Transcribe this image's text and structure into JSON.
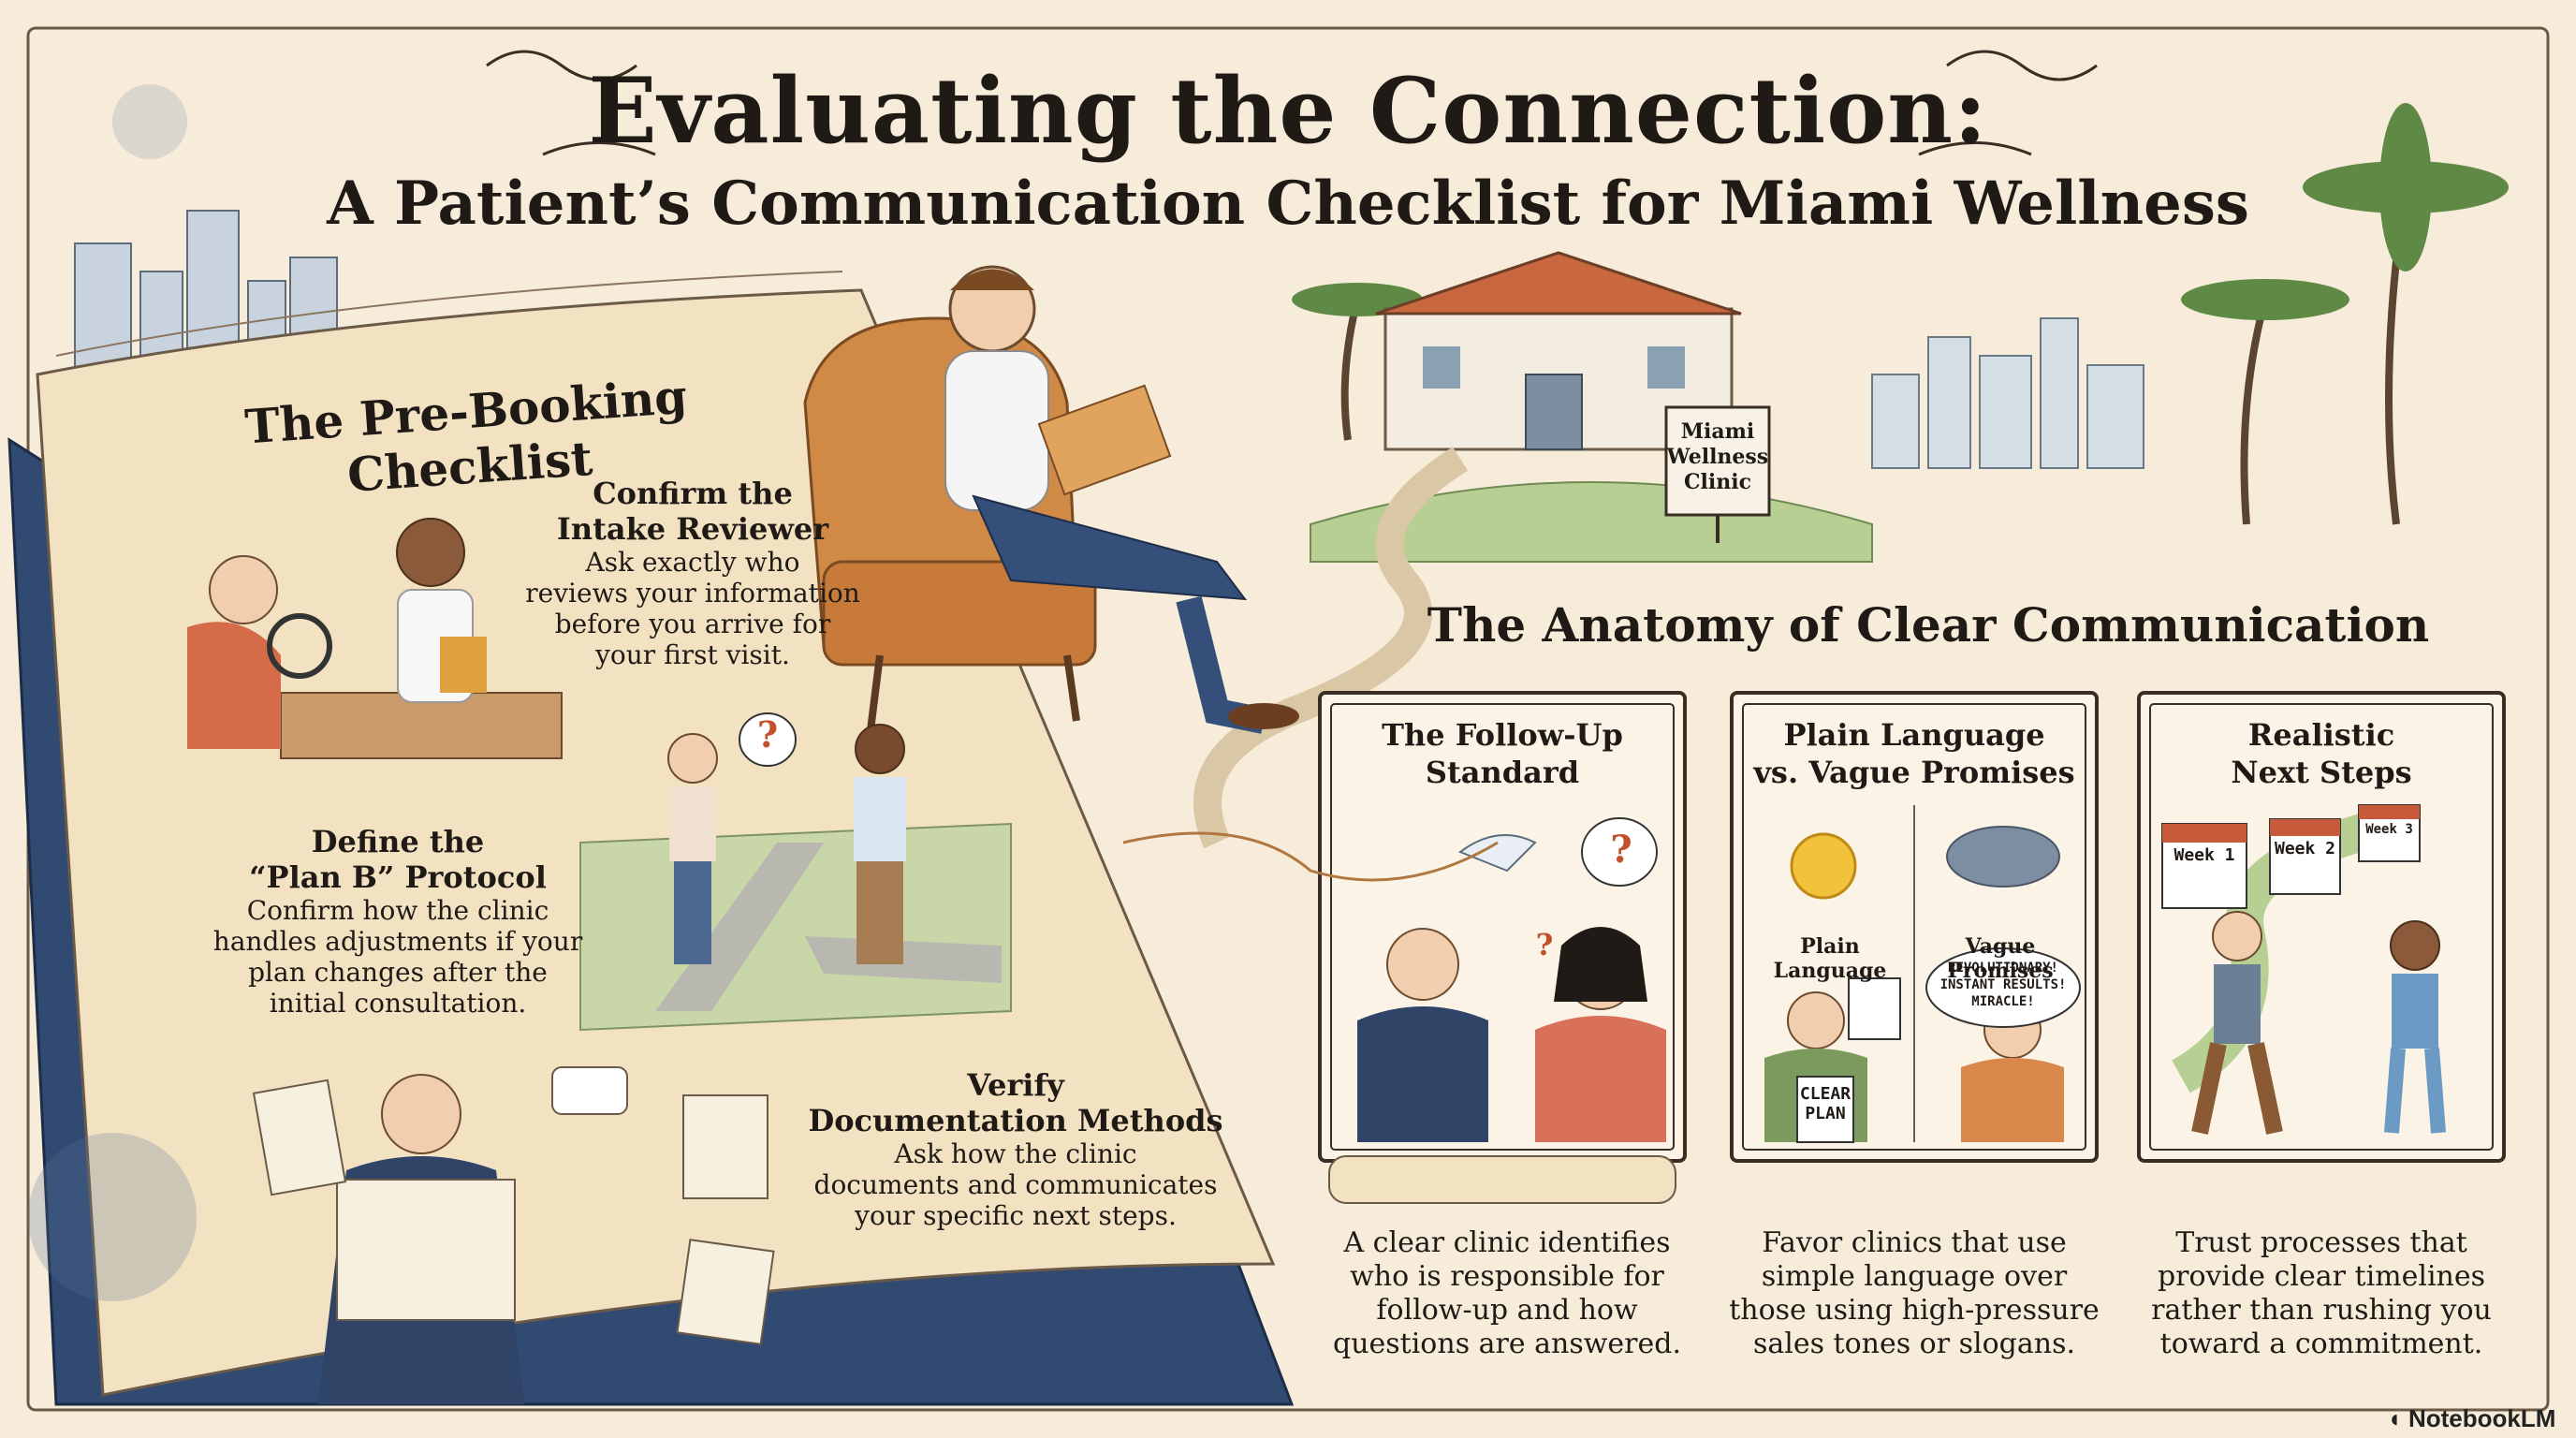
{
  "title": "Evaluating the Connection:",
  "subtitle": "A Patient’s Communication Checklist for Miami Wellness",
  "checklist": {
    "heading": "The Pre-Booking Checklist",
    "items": [
      {
        "heading_line1": "Confirm the",
        "heading_line2": "Intake Reviewer",
        "body": [
          "Ask exactly who",
          "reviews your information",
          "before you arrive for",
          "your first visit."
        ]
      },
      {
        "heading_line1": "Define the",
        "heading_line2": "“Plan B” Protocol",
        "body": [
          "Confirm how the clinic",
          "handles adjustments if your",
          "plan changes after the",
          "initial consultation."
        ]
      },
      {
        "heading_line1": "Verify",
        "heading_line2": "Documentation Methods",
        "body": [
          "Ask how the clinic",
          "documents and communicates",
          "your specific next steps."
        ]
      }
    ]
  },
  "clinic_sign": [
    "Miami",
    "Wellness",
    "Clinic"
  ],
  "anatomy": {
    "heading": "The Anatomy of Clear Communication",
    "panels": [
      {
        "heading_line1": "The Follow-Up",
        "heading_line2": "Standard",
        "body": [
          "A clear clinic identifies",
          "who is responsible for",
          "follow-up and how",
          "questions are answered."
        ]
      },
      {
        "heading_line1": "Plain Language",
        "heading_line2": "vs. Vague Promises",
        "left_label": "Plain Language",
        "right_label": "Vague Promises",
        "sign_text": [
          "CLEAR",
          "PLAN"
        ],
        "bubble_text": [
          "REVOLUTIONARY!",
          "INSTANT RESULTS!",
          "MIRACLE!"
        ],
        "body": [
          "Favor clinics that use",
          "simple language over",
          "those using high-pressure",
          "sales tones or slogans."
        ]
      },
      {
        "heading_line1": "Realistic",
        "heading_line2": "Next Steps",
        "calendars": [
          "Week 1",
          "Week 2",
          "Week 3"
        ],
        "body": [
          "Trust processes that",
          "provide clear timelines",
          "rather than rushing you",
          "toward a commitment."
        ]
      }
    ]
  },
  "brand": "NotebookLM",
  "colors": {
    "paper": "#f6ecd9",
    "ink": "#1f1a15",
    "navy": "#2f4466",
    "orange": "#c77a3a",
    "green": "#8fae6b"
  }
}
